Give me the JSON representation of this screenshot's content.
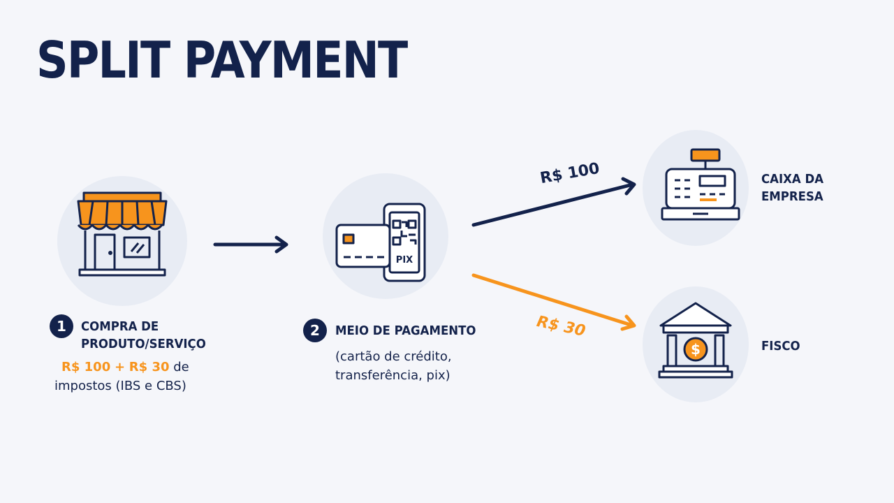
{
  "title": "SPLIT PAYMENT",
  "step1": {
    "number": "1",
    "label_line1": "COMPRA DE",
    "label_line2": "PRODUTO/SERVIÇO",
    "amount_main": "R$ 100",
    "plus": "+",
    "amount_tax": "R$ 30",
    "de": "de",
    "tax_desc": "impostos (IBS e CBS)"
  },
  "step2": {
    "number": "2",
    "label": "MEIO DE PAGAMENTO",
    "desc_line1": "(cartão de crédito,",
    "desc_line2": "transferência, pix)",
    "pix_label": "PIX"
  },
  "flow": {
    "to_company": "R$ 100",
    "to_fisco": "R$ 30"
  },
  "destinations": {
    "company_line1": "CAIXA DA",
    "company_line2": "EMPRESA",
    "fisco": "FISCO",
    "dollar_symbol": "$"
  },
  "colors": {
    "navy": "#13224b",
    "orange": "#f7941d",
    "circle": "#e8ecf4",
    "background": "#f5f6fa"
  },
  "icons": [
    "store-icon",
    "card-phone-pix-icon",
    "cash-register-icon",
    "bank-icon"
  ]
}
